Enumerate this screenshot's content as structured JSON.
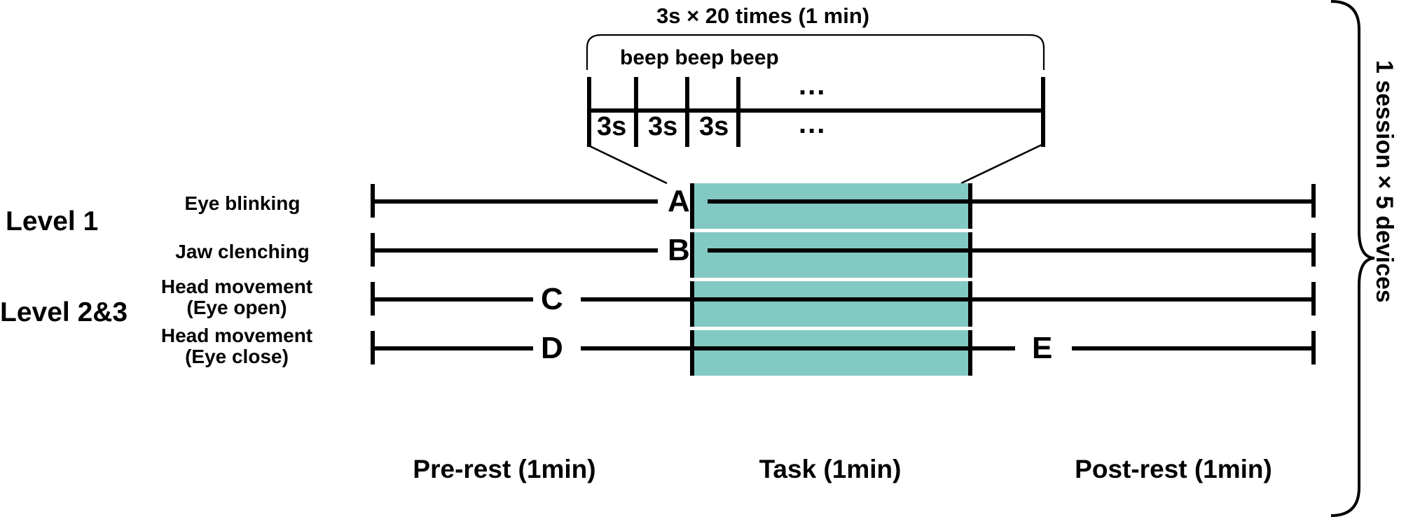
{
  "diagram": {
    "title_top": "3s × 20 times (1 min)",
    "beep_label": "beep beep beep",
    "tick_labels": [
      "3s",
      "3s",
      "3s"
    ],
    "ellipsis_top": "...",
    "ellipsis_bottom": "...",
    "side_label": "1 session × 5 devices",
    "levels": [
      {
        "name": "Level 1"
      },
      {
        "name": "Level 2&3"
      }
    ],
    "rows": [
      {
        "label_line1": "Eye blinking",
        "label_line2": "",
        "marker": "A",
        "marker_zone": "task"
      },
      {
        "label_line1": "Jaw clenching",
        "label_line2": "",
        "marker": "B",
        "marker_zone": "task"
      },
      {
        "label_line1": "Head movement",
        "label_line2": "(Eye open)",
        "marker": "C",
        "marker_zone": "pre-rest"
      },
      {
        "label_line1": "Head movement",
        "label_line2": "(Eye close)",
        "marker": "D",
        "marker_zone": "pre-rest",
        "marker2": "E",
        "marker2_zone": "post-rest"
      }
    ],
    "phases": [
      {
        "label": "Pre-rest (1min)"
      },
      {
        "label": "Task (1min)"
      },
      {
        "label": "Post-rest (1min)"
      }
    ],
    "colors": {
      "task_fill": "#82C9C3",
      "stroke": "#000000",
      "background": "#ffffff"
    }
  }
}
